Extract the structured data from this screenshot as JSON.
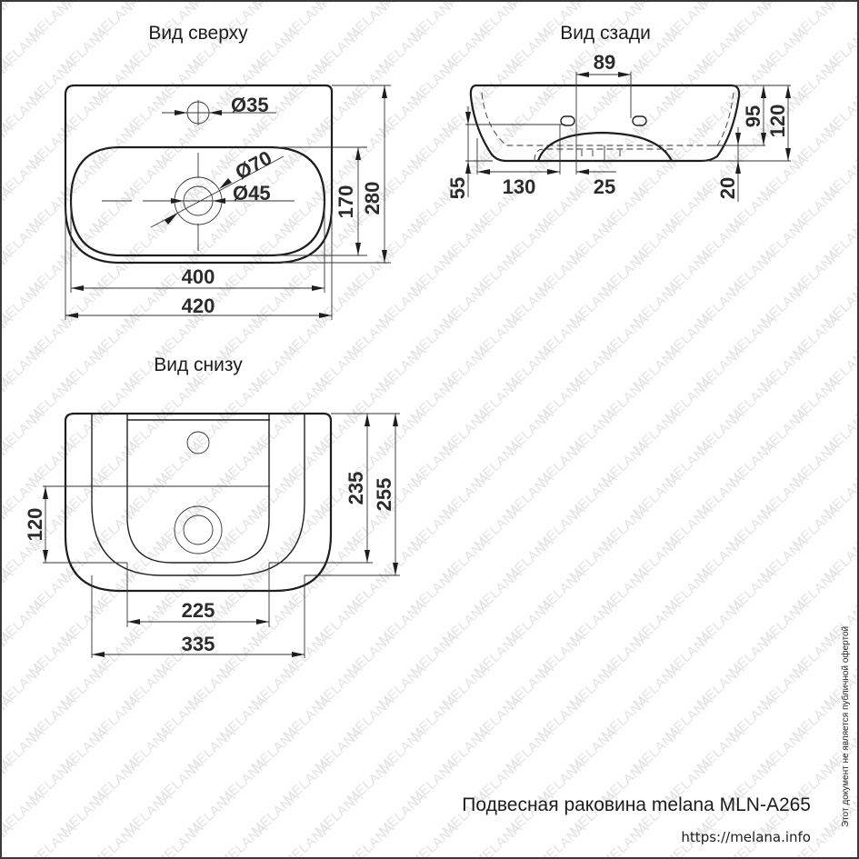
{
  "watermark": {
    "text": "MELANA",
    "color": "#e3e3e3"
  },
  "views": {
    "top": {
      "title": "Вид сверху",
      "dims": {
        "tap_hole": "Ø35",
        "drain_outer": "Ø70",
        "drain_inner": "Ø45",
        "bowl_depth": "170",
        "total_depth": "280",
        "bowl_width": "400",
        "total_width": "420"
      }
    },
    "rear": {
      "title": "Вид сзади",
      "dims": {
        "hole_spacing": "89",
        "inner_height": "95",
        "total_height": "120",
        "hole_height": "55",
        "hole_offset": "130",
        "hole_width": "25",
        "base_height": "20"
      }
    },
    "bottom": {
      "title": "Вид снизу",
      "dims": {
        "recess_depth": "120",
        "depth_235": "235",
        "depth_255": "255",
        "recess_width": "225",
        "mount_width": "335"
      }
    }
  },
  "footer": {
    "product_title": "Подвесная раковина melana MLN-A265",
    "url": "https://melana.info",
    "disclaimer": "Этот документ не является публичной офертой"
  }
}
